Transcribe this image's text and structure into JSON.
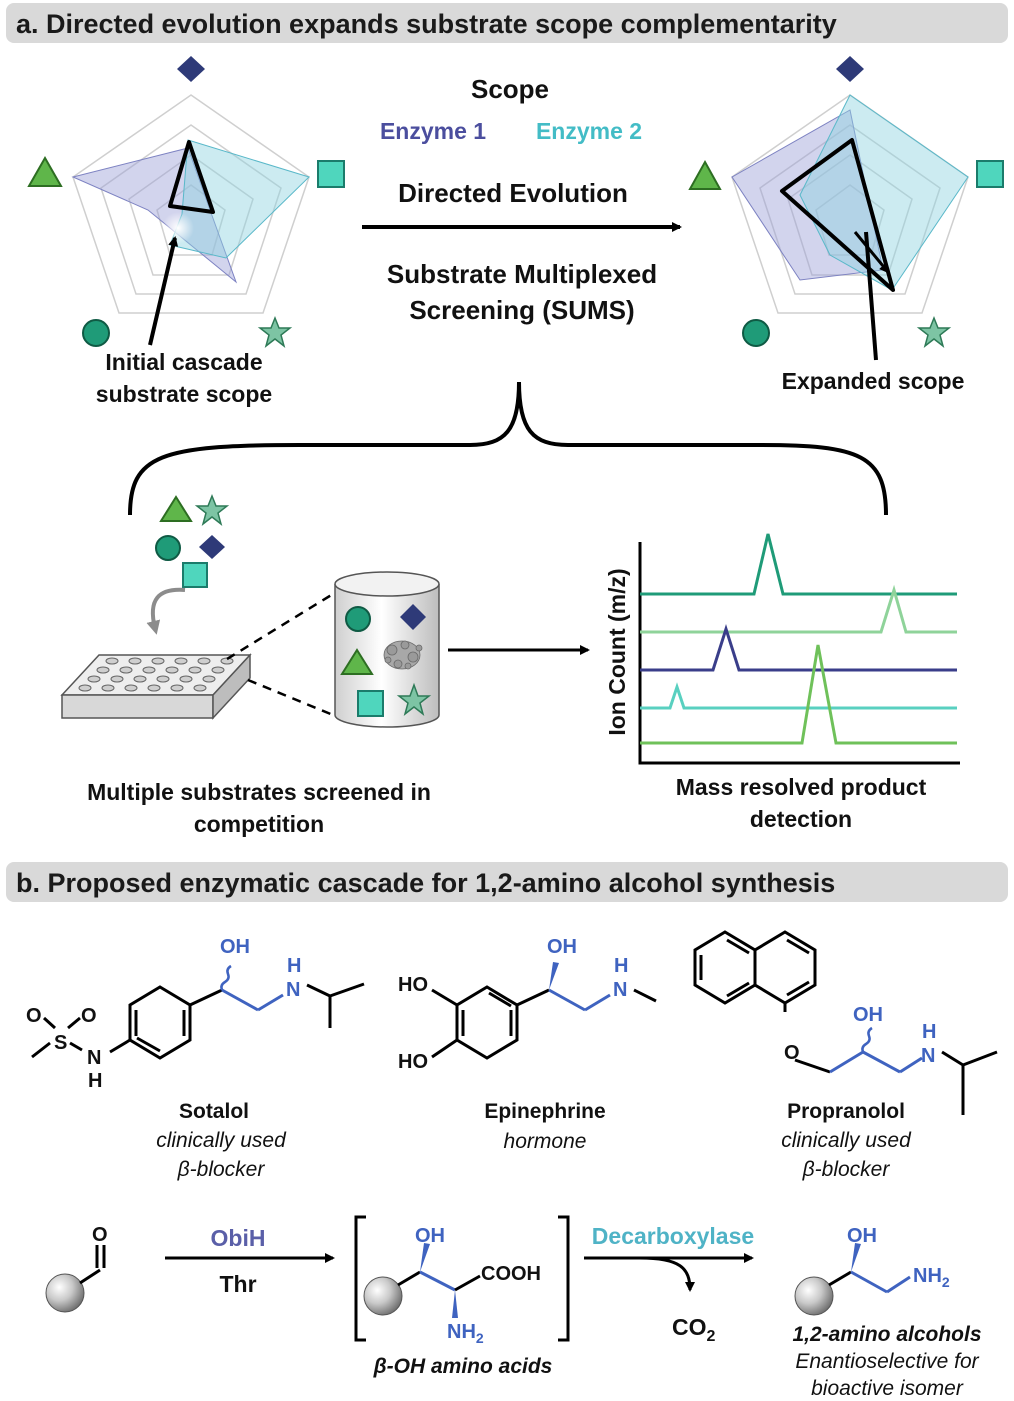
{
  "panel_a": {
    "heading": "a. Directed evolution expands substrate scope complementarity",
    "scope_title": "Scope",
    "enzyme1_label": "Enzyme 1",
    "enzyme2_label": "Enzyme 2",
    "arrow_top_label": "Directed Evolution",
    "arrow_bottom_line1": "Substrate Multiplexed",
    "arrow_bottom_line2": "Screening (SUMS)",
    "initial_line1": "Initial cascade",
    "initial_line2": "substrate scope",
    "expanded_label": "Expanded scope",
    "multiple_line1": "Multiple substrates screened in",
    "multiple_line2": "competition",
    "ms_ylabel": "Ion Count (m/z)",
    "ms_caption_line1": "Mass resolved product",
    "ms_caption_line2": "detection",
    "colors": {
      "enzyme1": "#4b4e9e",
      "enzyme2": "#43bcc6",
      "triangle": "#5fb64a",
      "square": "#4fd6bd",
      "star": "#7dc4a4",
      "circle": "#1f9b78",
      "diamond": "#2e3a78"
    }
  },
  "panel_b": {
    "heading": "b. Proposed enzymatic cascade for 1,2-amino alcohol synthesis",
    "drugs": [
      {
        "name": "Sotalol",
        "desc1": "clinically used",
        "desc2": "β-blocker"
      },
      {
        "name": "Epinephrine",
        "desc1": "hormone",
        "desc2": ""
      },
      {
        "name": "Propranolol",
        "desc1": "clinically used",
        "desc2": "β-blocker"
      }
    ],
    "atoms": {
      "oh": "OH",
      "nh": "H",
      "n": "N",
      "ho": "HO",
      "o": "O",
      "s": "S",
      "cooh": "COOH",
      "nh2": "NH",
      "sub2": "2",
      "co": "CO"
    },
    "step1_enzyme": "ObiH",
    "step1_cosubstrate": "Thr",
    "intermediate_label": "β-OH amino acids",
    "step2_enzyme": "Decarboxylase",
    "product_label": "1,2-amino alcohols",
    "product_desc1": "Enantioselective for",
    "product_desc2": "bioactive isomer",
    "colors": {
      "blue": "#3f63c0",
      "teal": "#4fb3c6",
      "enzyme_purple": "#5a5fa8"
    }
  }
}
